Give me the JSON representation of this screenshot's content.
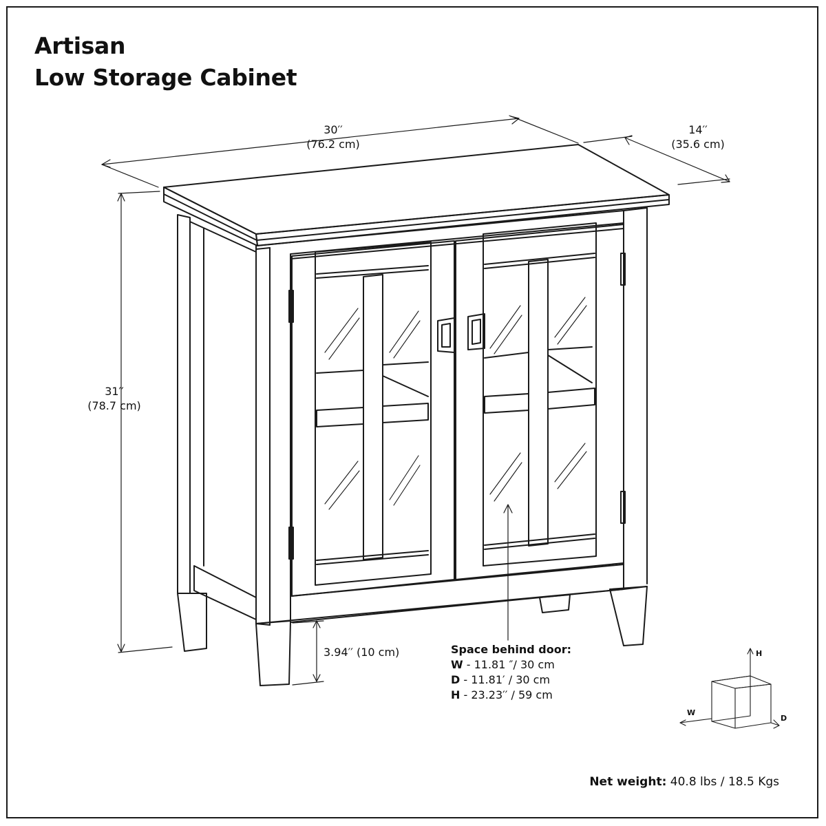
{
  "title": {
    "line1": "Artisan",
    "line2": "Low Storage Cabinet"
  },
  "dimensions": {
    "width": {
      "imperial": "30′′",
      "metric": "(76.2 cm)"
    },
    "depth": {
      "imperial": "14′′",
      "metric": "(35.6 cm)"
    },
    "height": {
      "imperial": "31′′",
      "metric": "(78.7 cm)"
    },
    "leg_clearance": "3.94′′ (10 cm)"
  },
  "space_behind_door": {
    "heading": "Space behind door:",
    "rows": [
      {
        "key": "W",
        "value": " - 11.81 ″/ 30 cm"
      },
      {
        "key": "D",
        "value": " - 11.81′ / 30 cm"
      },
      {
        "key": "H",
        "value": " - 23.23′′ / 59 cm"
      }
    ]
  },
  "axis_legend": {
    "h": "H",
    "w": "W",
    "d": "D"
  },
  "net_weight": {
    "label": "Net weight:",
    "value": " 40.8 lbs / 18.5 Kgs"
  },
  "colors": {
    "line": "#1a1a1a",
    "background": "#ffffff"
  }
}
